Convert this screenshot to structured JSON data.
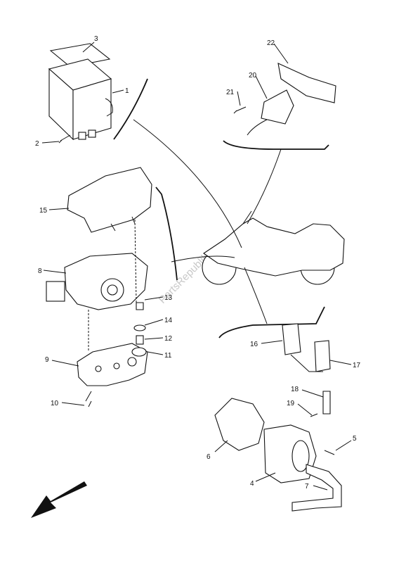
{
  "diagram": {
    "watermark": "PartsRepublik",
    "callouts": [
      {
        "id": "c1",
        "text": "1"
      },
      {
        "id": "c2",
        "text": "2"
      },
      {
        "id": "c3",
        "text": "3"
      },
      {
        "id": "c4",
        "text": "4"
      },
      {
        "id": "c5",
        "text": "5"
      },
      {
        "id": "c6",
        "text": "6"
      },
      {
        "id": "c7",
        "text": "7"
      },
      {
        "id": "c8",
        "text": "8"
      },
      {
        "id": "c9",
        "text": "9"
      },
      {
        "id": "c10",
        "text": "10"
      },
      {
        "id": "c11",
        "text": "11"
      },
      {
        "id": "c12",
        "text": "12"
      },
      {
        "id": "c13",
        "text": "13"
      },
      {
        "id": "c14",
        "text": "14"
      },
      {
        "id": "c15",
        "text": "15"
      },
      {
        "id": "c16",
        "text": "16"
      },
      {
        "id": "c17",
        "text": "17"
      },
      {
        "id": "c18",
        "text": "18"
      },
      {
        "id": "c19",
        "text": "19"
      },
      {
        "id": "c20",
        "text": "20"
      },
      {
        "id": "c21",
        "text": "21"
      },
      {
        "id": "c22",
        "text": "22"
      }
    ]
  }
}
